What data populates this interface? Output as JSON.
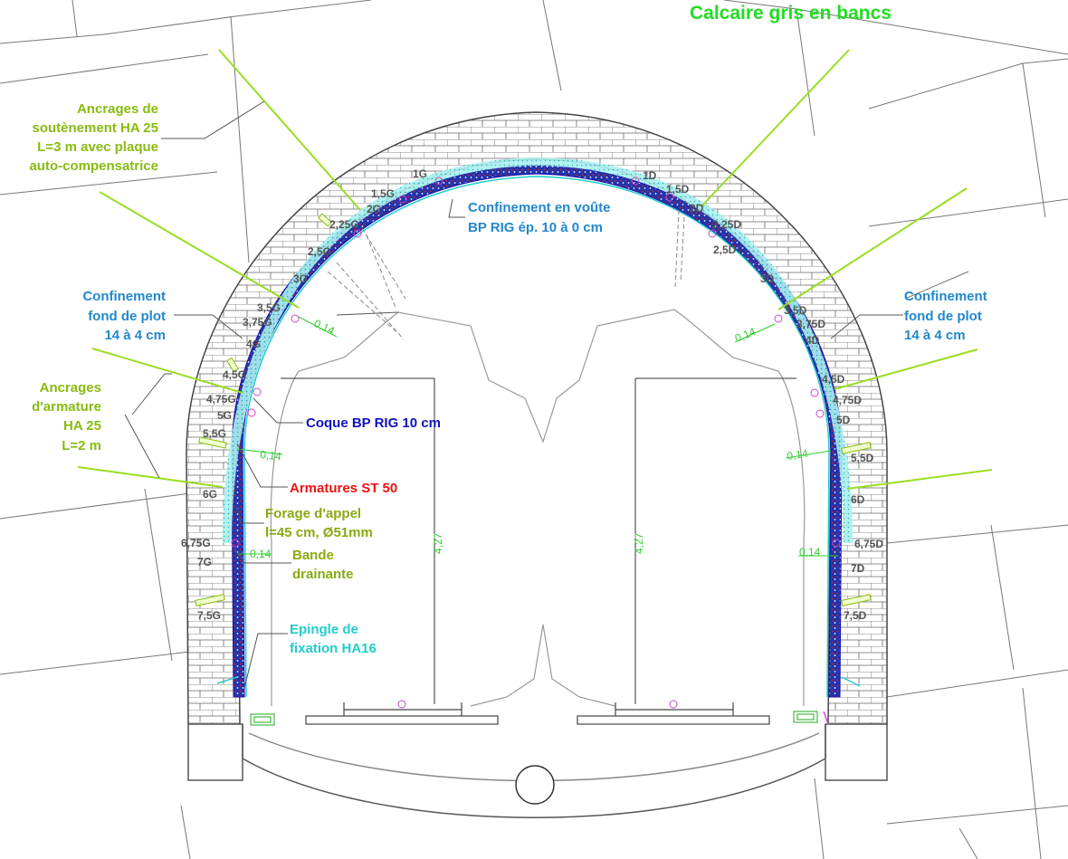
{
  "title": "Calcaire gris en bancs",
  "callouts": {
    "ancrages_soutenement": [
      "Ancrages  de",
      "soutènement HA 25",
      "L=3 m avec plaque",
      "auto-compensatrice"
    ],
    "confinement_voute": [
      "Confinement en voûte",
      "BP RIG ép. 10 à 0 cm"
    ],
    "confinement_left": [
      "Confinement",
      "fond de plot",
      "14 à 4 cm"
    ],
    "confinement_right": [
      "Confinement",
      "fond de plot",
      "14 à 4 cm"
    ],
    "ancrages_armature": [
      "Ancrages",
      "d'armature",
      "HA 25",
      "L=2 m"
    ],
    "coque": "Coque BP RIG 10 cm",
    "armatures": "Armatures ST 50",
    "forage": [
      "Forage d'appel",
      "l=45 cm, Ø51mm"
    ],
    "bande": [
      "Bande",
      "drainante"
    ],
    "epingle": [
      "Epingle de",
      "fixation HA16"
    ]
  },
  "stations_left": [
    "1G",
    "1,5G",
    "2G",
    "2,25G",
    "2,5G",
    "3G",
    "3,5G",
    "3,75G",
    "4G",
    "4,5G",
    "4,75G",
    "5G",
    "5,5G",
    "6G",
    "6,75G",
    "7G",
    "7,5G"
  ],
  "stations_right": [
    "1D",
    "1,5D",
    "2D",
    "2,25D",
    "2,5D",
    "3D",
    "3,5D",
    "3,75D",
    "4D",
    "4,5D",
    "4,75D",
    "5D",
    "5,5D",
    "6D",
    "6,75D",
    "7D",
    "7,5D"
  ],
  "dimensions": {
    "thickness": "0,14",
    "height_left": "4,27",
    "height_right": "4,27"
  },
  "colors": {
    "title": "#22dd22",
    "anchor_text": "#88bb11",
    "anchor_line": "#99dd22",
    "confinement_text": "#2288cc",
    "coque_text": "#1111bb",
    "armature_text": "#ee1111",
    "epingle_text": "#22cccc",
    "rock_line": "#555555",
    "stations": "#555555"
  },
  "icons": {
    "drain_left": "drain-box-icon",
    "drain_right": "drain-box-icon",
    "central_pipe": "pipe-circle-icon"
  }
}
